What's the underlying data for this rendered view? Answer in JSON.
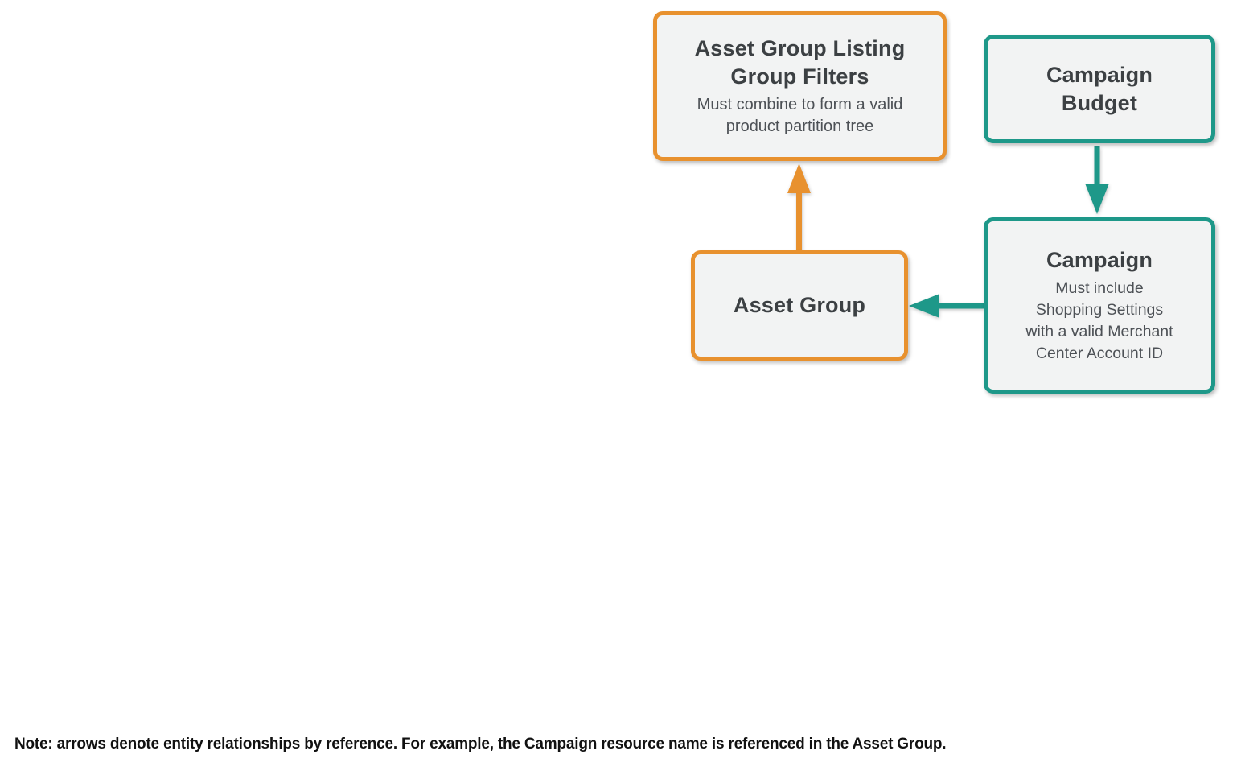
{
  "colors": {
    "orange": "#E8912E",
    "teal": "#1E9889",
    "box_fill": "#F2F3F3",
    "title_text": "#3C4043",
    "subtitle_text": "#4D5156",
    "note_text": "#111111"
  },
  "nodes": {
    "listing_group_filters": {
      "title": "Asset Group Listing Group Filters",
      "title_lines": [
        "Asset Group Listing",
        "Group Filters"
      ],
      "subtitle": "Must combine to form a valid product partition tree",
      "subtitle_lines": [
        "Must combine to form a valid",
        "product partition tree"
      ],
      "accent": "orange"
    },
    "campaign_budget": {
      "title": "Campaign Budget",
      "title_lines": [
        "Campaign",
        "Budget"
      ],
      "accent": "teal"
    },
    "asset_group": {
      "title": "Asset Group",
      "title_lines": [
        "Asset Group"
      ],
      "accent": "orange"
    },
    "campaign": {
      "title": "Campaign",
      "title_lines": [
        "Campaign"
      ],
      "subtitle": "Must include Shopping Settings with a valid Merchant Center Account ID",
      "subtitle_lines": [
        "Must include",
        "Shopping Settings",
        "with a valid Merchant",
        "Center Account ID"
      ],
      "accent": "teal"
    }
  },
  "edges": [
    {
      "from": "asset_group",
      "to": "listing_group_filters",
      "direction": "up",
      "color": "orange"
    },
    {
      "from": "campaign",
      "to": "asset_group",
      "direction": "left",
      "color": "teal"
    },
    {
      "from": "campaign_budget",
      "to": "campaign",
      "direction": "down",
      "color": "teal"
    }
  ],
  "note": "Note: arrows denote entity relationships by reference. For example, the Campaign resource name is referenced in the Asset Group."
}
